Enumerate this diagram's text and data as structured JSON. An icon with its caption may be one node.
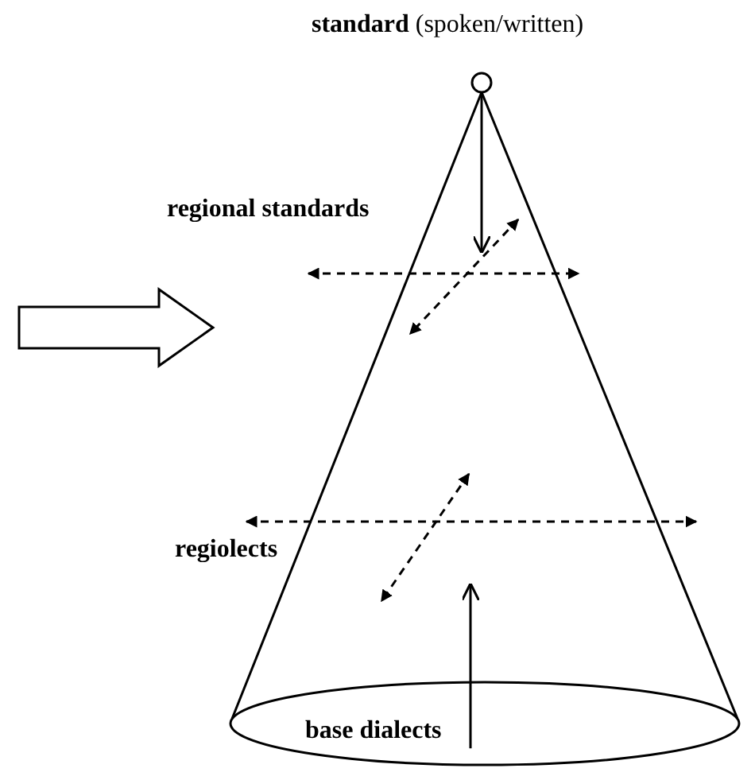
{
  "diagram": {
    "nodes": [
      {
        "text": [],
        "shape": "circle",
        "beside": [
          "**standard** (spoken/written)"
        ]
      },
      {
        "text": [
          "base dialects"
        ]
      }
    ],
    "edges": [
      {
        "from": 0,
        "to": null,
        "arrow": "to"
      },
      {
        "from": 1,
        "to": null,
        "arrow": "to"
      }
    ],
    "labels": [
      "regional standards",
      "regiolects"
    ]
  }
}
